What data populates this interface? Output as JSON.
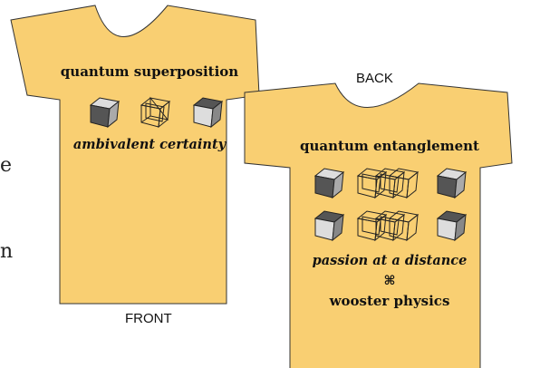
{
  "colors": {
    "shirt_fill": "#F9CF72",
    "shirt_stroke": "#333333",
    "cube_light": "#DDDDDD",
    "cube_dark": "#555555"
  },
  "front": {
    "heading": "quantum superposition",
    "tagline": "ambivalent certainty",
    "label": "FRONT"
  },
  "back": {
    "label": "BACK",
    "heading": "quantum entanglement",
    "tagline": "passion at a distance",
    "symbol": "⌘",
    "footer": "wooster physics"
  },
  "page_fragments": [
    "e",
    "n"
  ]
}
